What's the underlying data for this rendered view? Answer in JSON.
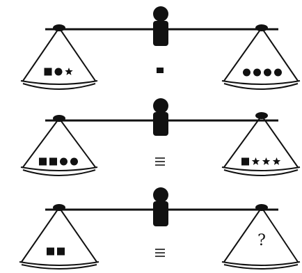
{
  "colors": {
    "ink": "#111111",
    "background": "#ffffff"
  },
  "scales": [
    {
      "left_pan": [
        "square",
        "circle",
        "star"
      ],
      "relation": "balanced",
      "right_pan": [
        "circle",
        "circle",
        "circle",
        "circle"
      ],
      "right_label": ""
    },
    {
      "left_pan": [
        "square",
        "square",
        "circle",
        "circle"
      ],
      "relation": "equal",
      "right_pan": [
        "square",
        "star",
        "star",
        "star"
      ],
      "right_label": ""
    },
    {
      "left_pan": [
        "square",
        "square"
      ],
      "relation": "equal",
      "right_pan": [],
      "right_label": "?"
    }
  ]
}
